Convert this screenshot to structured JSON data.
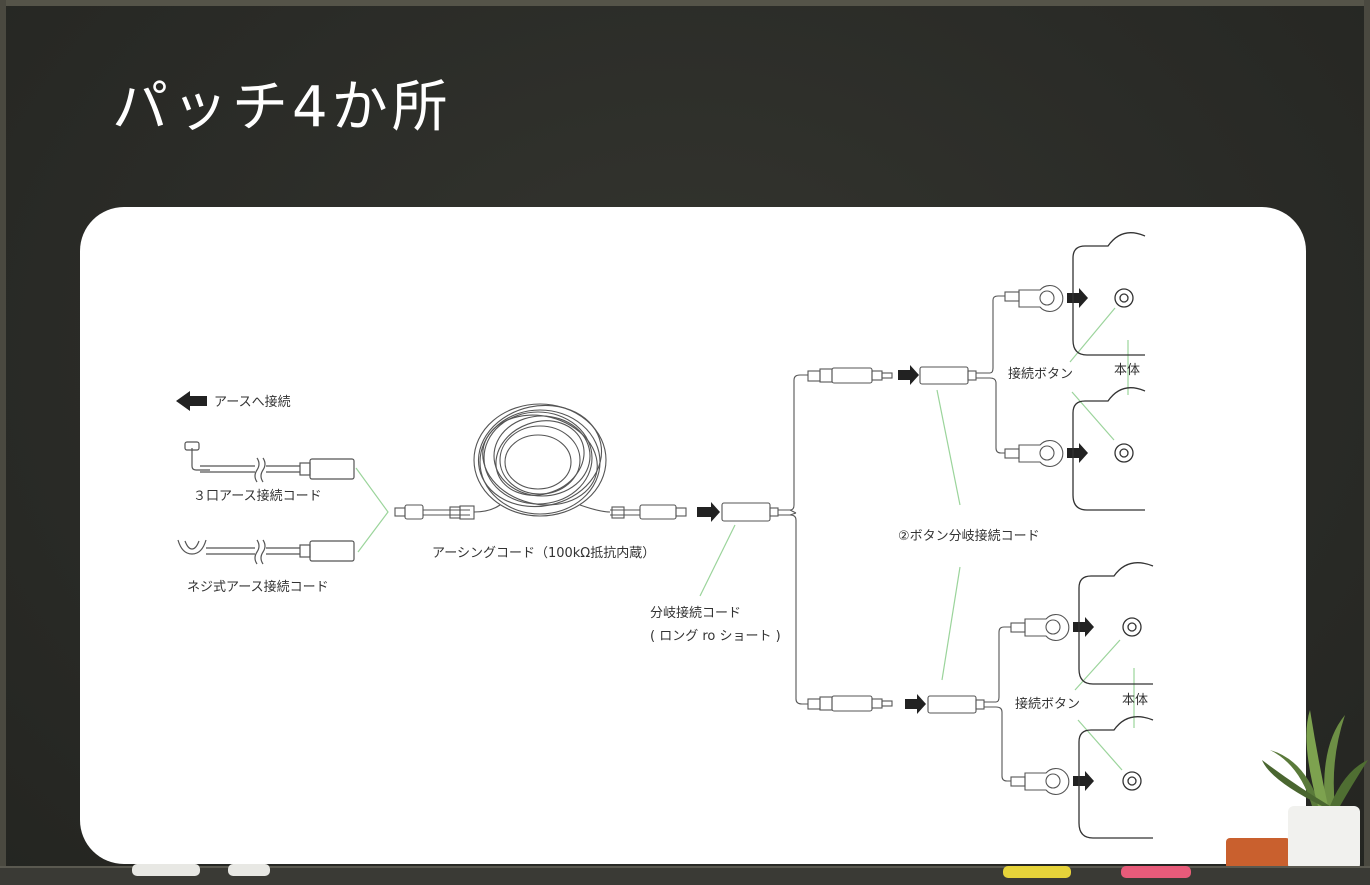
{
  "title": "パッチ4か所",
  "diagram": {
    "earth_arrow_label": "アースへ接続",
    "cord_3port": "３口アース接続コード",
    "cord_screw": "ネジ式アース接続コード",
    "earthing_cord": "アーシングコード（100kΩ抵抗内蔵）",
    "branch_cord_line1": "分岐接続コード",
    "branch_cord_line2": "( ロング ro ショート )",
    "button_branch_cord": "②ボタン分岐接続コード",
    "connect_button_top": "接続ボタン",
    "body_top": "本体",
    "connect_button_bottom": "接続ボタン",
    "body_bottom": "本体"
  },
  "colors": {
    "board": "#2b2c28",
    "card": "#ffffff",
    "line": "#555555",
    "leader": "#9bd49b",
    "arrow": "#222222"
  }
}
